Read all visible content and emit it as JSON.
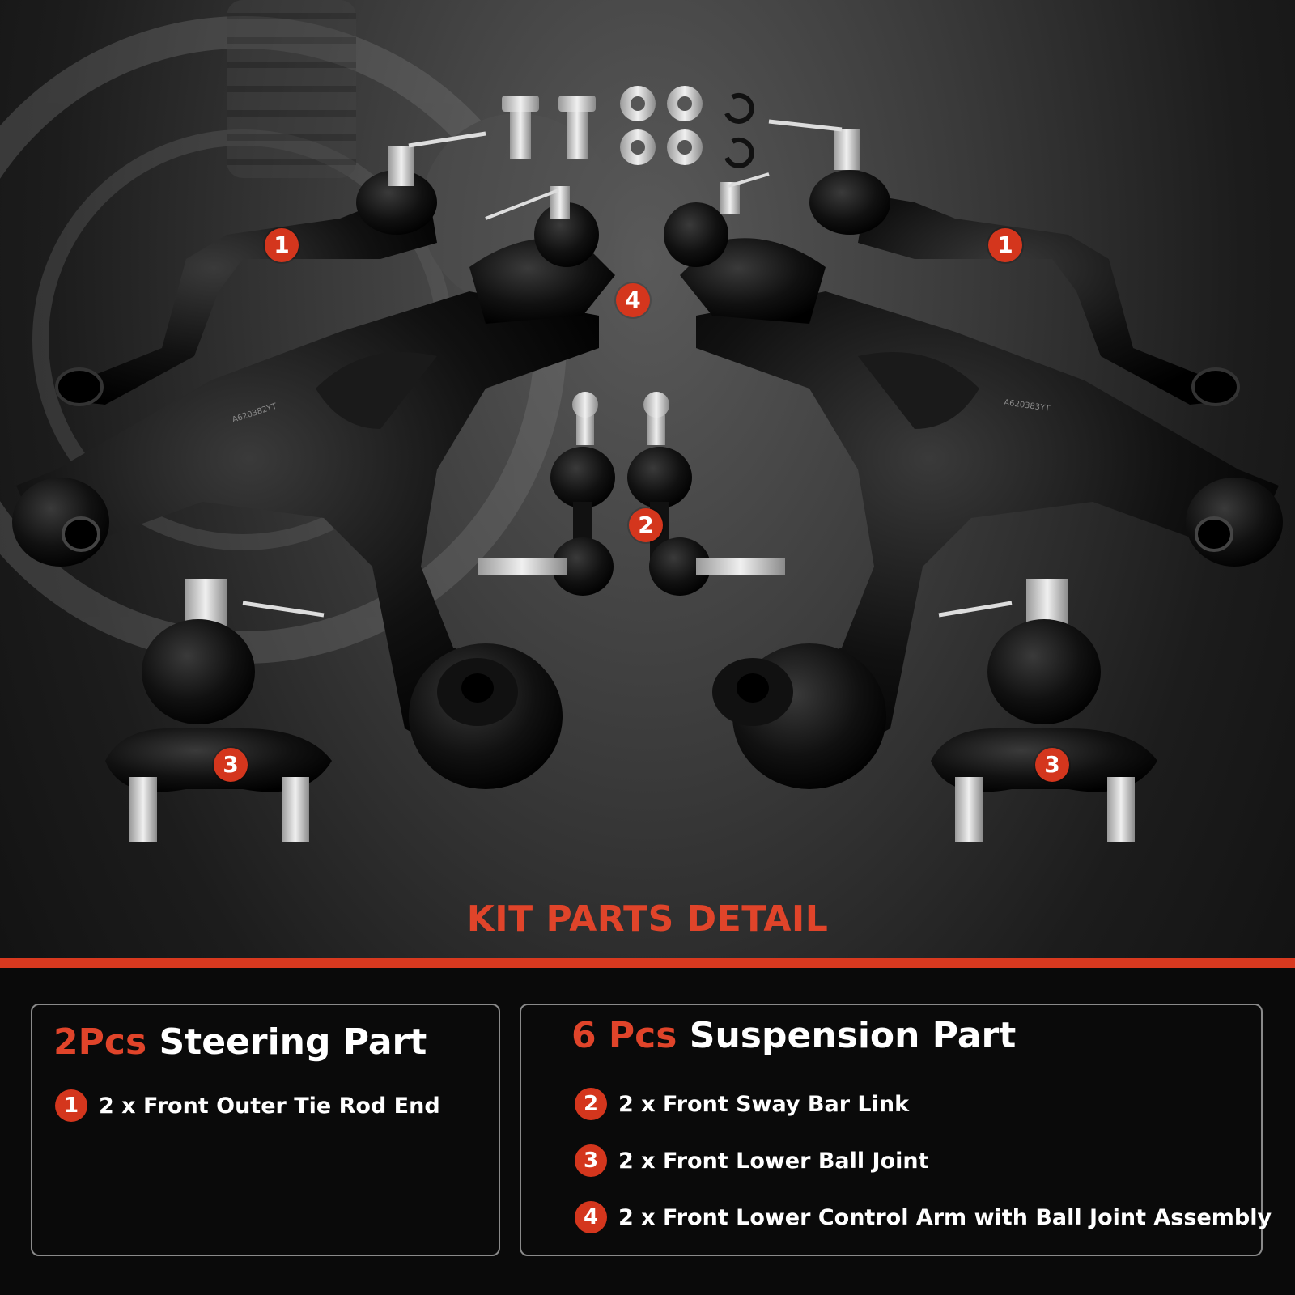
{
  "callouts": {
    "one_left": "1",
    "one_right": "1",
    "two": "2",
    "three_left": "3",
    "three_right": "3",
    "four": "4"
  },
  "arm_stamps": {
    "left": "A620382YT",
    "right": "A620383YT"
  },
  "section_title": "KIT PARTS DETAIL",
  "steering": {
    "qty": "2Pcs",
    "title": "Steering Part",
    "items": [
      {
        "num": "1",
        "text": "2 x Front Outer Tie Rod End"
      }
    ]
  },
  "suspension": {
    "qty": "6 Pcs",
    "title": "Suspension Part",
    "items": [
      {
        "num": "2",
        "text": "2 x Front Sway Bar Link"
      },
      {
        "num": "3",
        "text": "2 x Front Lower Ball Joint"
      },
      {
        "num": "4",
        "text": "2 x Front Lower Control Arm with Ball Joint Assembly"
      }
    ]
  },
  "colors": {
    "accent": "#e0442a",
    "badge": "#d4361d",
    "background": "#0a0a0a",
    "box_border": "#8a8a8a",
    "text": "#ffffff"
  }
}
